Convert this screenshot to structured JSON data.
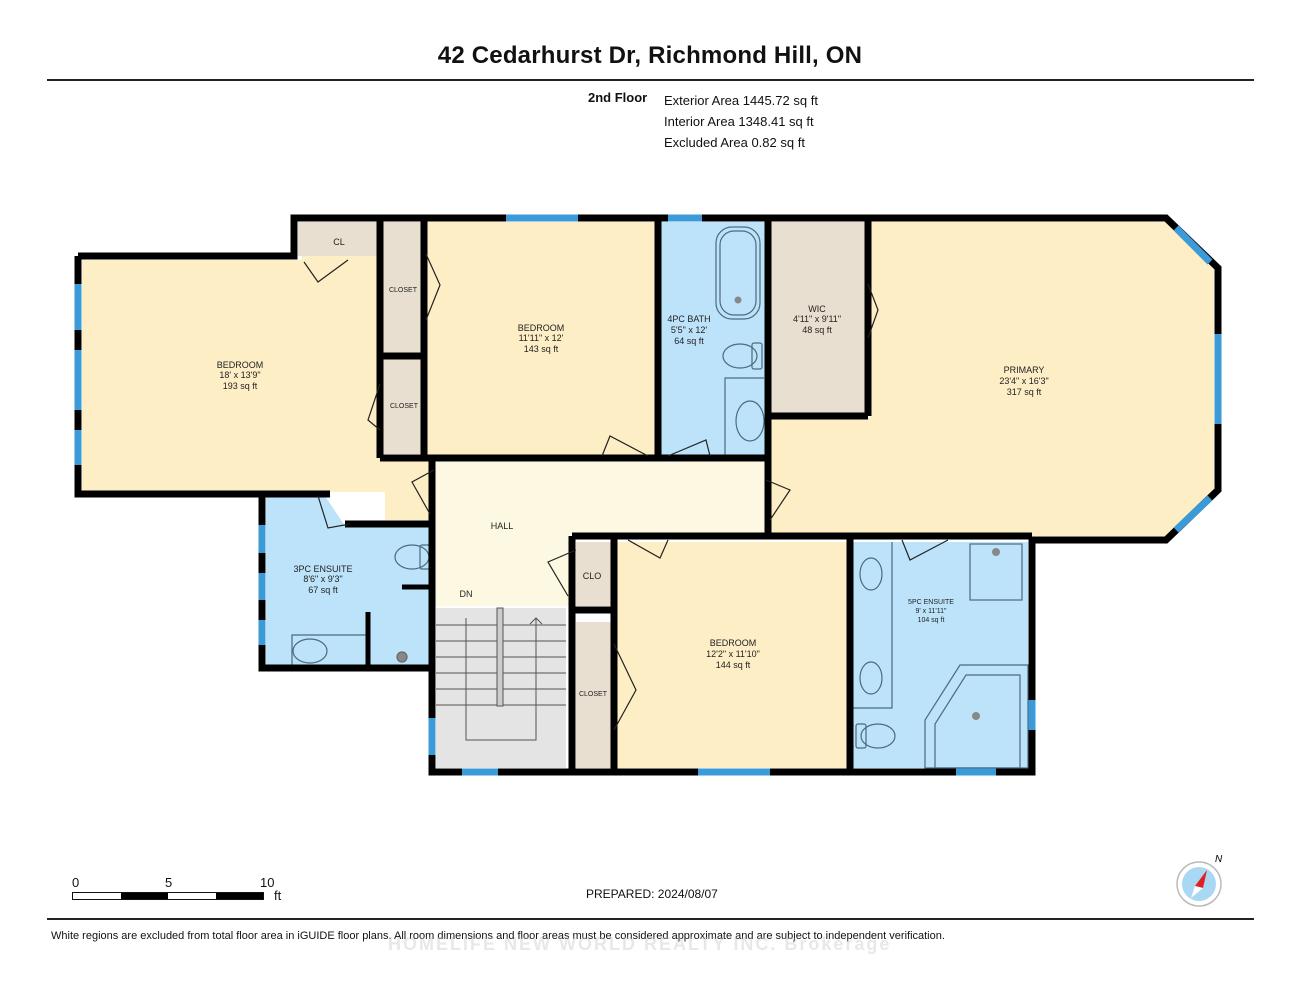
{
  "header": {
    "title": "42 Cedarhurst Dr, Richmond Hill, ON",
    "floor": "2nd Floor",
    "exterior_area": "Exterior Area 1445.72 sq ft",
    "interior_area": "Interior Area 1348.41 sq ft",
    "excluded_area": "Excluded Area 0.82 sq ft"
  },
  "colors": {
    "bedroom": "#fdeec6",
    "hall": "#fdf8e2",
    "bath": "#bde3fa",
    "closet": "#e8dfd0",
    "stairs": "#e4e4e4",
    "wall": "#000000",
    "window": "#3b9ad8"
  },
  "rooms": {
    "bedroom_west": {
      "name": "BEDROOM",
      "dims": "18' x 13'9\"",
      "area": "193 sq ft"
    },
    "bedroom_north": {
      "name": "BEDROOM",
      "dims": "11'11\" x 12'",
      "area": "143 sq ft"
    },
    "bath_4pc": {
      "name": "4PC BATH",
      "dims": "5'5\" x 12'",
      "area": "64 sq ft"
    },
    "wic": {
      "name": "WIC",
      "dims": "4'11\" x 9'11\"",
      "area": "48 sq ft"
    },
    "primary": {
      "name": "PRIMARY",
      "dims": "23'4\" x 16'3\"",
      "area": "317 sq ft"
    },
    "ensuite_3pc": {
      "name": "3PC ENSUITE",
      "dims": "8'6\" x 9'3\"",
      "area": "67 sq ft"
    },
    "bedroom_south": {
      "name": "BEDROOM",
      "dims": "12'2\" x 11'10\"",
      "area": "144 sq ft"
    },
    "ensuite_5pc": {
      "name": "5PC ENSUITE",
      "dims": "9' x 11'11\"",
      "area": "104 sq ft"
    },
    "hall": {
      "name": "HALL"
    },
    "stairs": {
      "name": "DN"
    },
    "cl": {
      "name": "CL"
    },
    "closet_1": {
      "name": "CLOSET"
    },
    "closet_2": {
      "name": "CLOSET"
    },
    "clo": {
      "name": "CLO"
    },
    "closet_3": {
      "name": "CLOSET"
    }
  },
  "scale": {
    "ticks": [
      "0",
      "5",
      "10"
    ],
    "unit": "ft"
  },
  "prepared": "PREPARED: 2024/08/07",
  "compass": {
    "label": "N"
  },
  "disclaimer": "White regions are excluded from total floor area in iGUIDE floor plans. All room dimensions and floor areas must be considered approximate and are subject to independent verification.",
  "watermark": "HOMELIFE NEW WORLD REALTY INC. Brokerage"
}
